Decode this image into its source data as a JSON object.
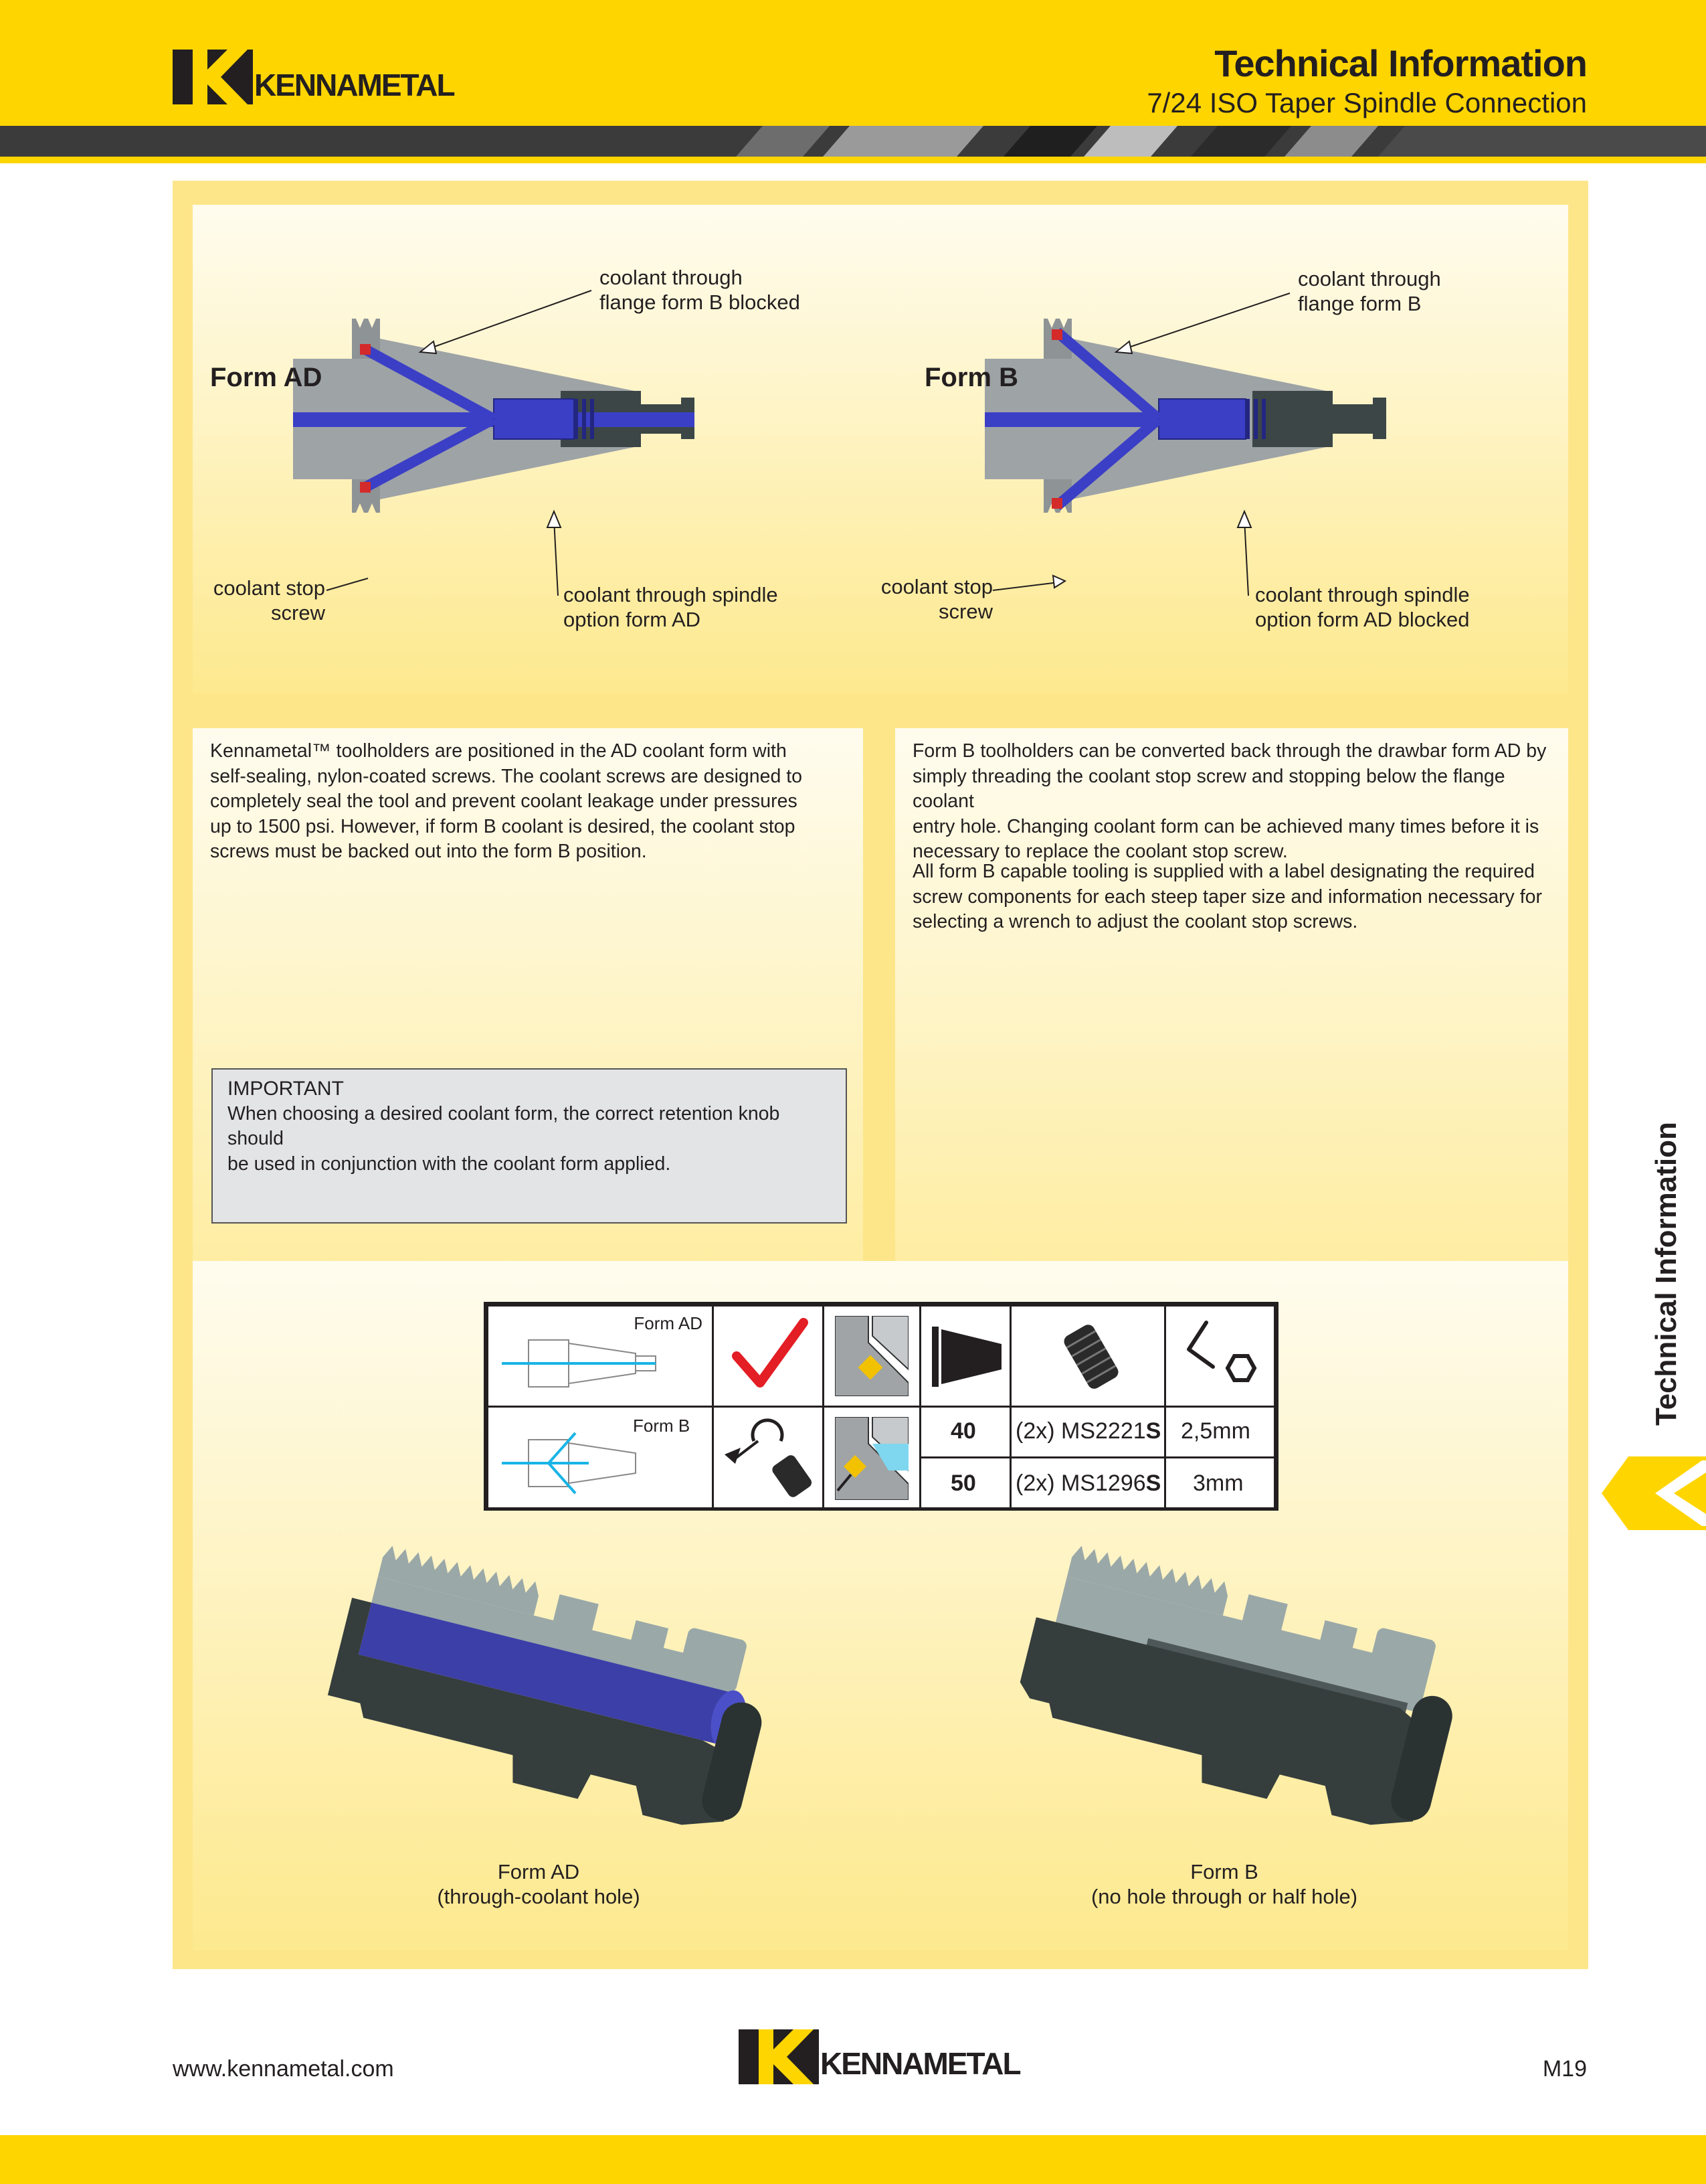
{
  "header": {
    "title": "Technical Information",
    "subtitle": "7/24 ISO Taper Spindle Connection",
    "logo_text": "KENNAMETAL",
    "logo_mark": "K"
  },
  "colors": {
    "brand_yellow": "#ffd500",
    "panel_yellow": "#fde68a",
    "coolant_blue": "#3b3fc6",
    "steel_gray": "#9ea3a6",
    "dark_steel": "#3c4646",
    "stop_red": "#d42a2a"
  },
  "diagrams": {
    "form_ad": {
      "title": "Form AD",
      "label_top": [
        "coolant through",
        "flange form B blocked"
      ],
      "label_left": [
        "coolant stop",
        "screw"
      ],
      "label_bottom": [
        "coolant through spindle",
        "option form AD"
      ]
    },
    "form_b": {
      "title": "Form B",
      "label_top": [
        "coolant through",
        "flange form B"
      ],
      "label_left": [
        "coolant stop",
        "screw"
      ],
      "label_bottom": [
        "coolant through spindle",
        "option form AD blocked"
      ]
    }
  },
  "left_text": {
    "lines": [
      "Kennametal™ toolholders are positioned in the AD coolant form with",
      "self-sealing, nylon-coated screws. The coolant screws are designed to",
      "completely seal the tool and prevent coolant leakage under pressures",
      "up to 1500 psi. However, if form B coolant is desired, the coolant stop",
      "screws must be backed out into the form B position."
    ]
  },
  "important": {
    "heading": "IMPORTANT",
    "lines": [
      "When choosing a desired coolant form, the correct retention knob should",
      "be used in conjunction with the coolant form applied."
    ]
  },
  "right_text": {
    "para1": [
      "Form B toolholders can be converted back through the drawbar form AD by",
      "simply threading the coolant stop screw and stopping below the flange coolant",
      "entry hole. Changing coolant form can be achieved many times before it is",
      "necessary to replace the coolant stop screw."
    ],
    "para2": [
      "All form B capable tooling is supplied with a label designating the required",
      "screw components for each steep taper size and information necessary for",
      "selecting a wrench to adjust the coolant stop screws."
    ]
  },
  "screw_table": {
    "row_labels": [
      "Form AD",
      "Form B"
    ],
    "icons": [
      "checkmark-icon",
      "screw-position-icon",
      "taper-icon",
      "set-screw-icon",
      "hex-key-icon",
      "wrench-screw-icon"
    ],
    "rows": [
      {
        "size": "40",
        "screw_prefix": "(2x) MS2221",
        "screw_suffix": "S",
        "wrench": "2,5mm"
      },
      {
        "size": "50",
        "screw_prefix": "(2x) MS1296",
        "screw_suffix": "S",
        "wrench": "3mm"
      }
    ]
  },
  "knobs": {
    "form_ad": [
      "Form AD",
      "(through-coolant hole)"
    ],
    "form_b": [
      "Form B",
      "(no hole through or half hole)"
    ]
  },
  "side_tab": "Technical Information",
  "footer": {
    "url": "www.kennametal.com",
    "page": "M19",
    "logo_text": "KENNAMETAL"
  }
}
